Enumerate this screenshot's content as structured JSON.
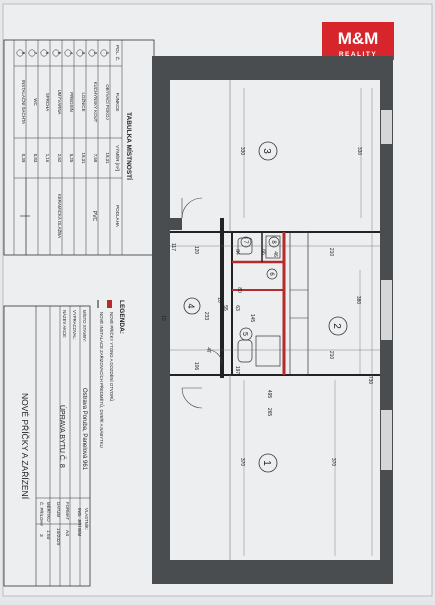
{
  "logo": {
    "brand": "M&M",
    "sub": "REALITY",
    "color": "#d6262c"
  },
  "rooms_table": {
    "title": "TABULKA MÍSTNOSTÍ",
    "headers": [
      "POL. Č.",
      "FUNKCE",
      "VÝMĚR [m²]",
      "PODLAHA"
    ],
    "rows": [
      {
        "no": "1",
        "function": "OBÝVACÍ POKOJ",
        "area": "18,31"
      },
      {
        "no": "2",
        "function": "KUCHYŇSKÝ KOUT",
        "area": "7,58"
      },
      {
        "no": "3",
        "function": "LOŽNICE",
        "area": "18,31"
      },
      {
        "no": "4",
        "function": "PŘEDSÍŇ",
        "area": "5,25"
      },
      {
        "no": "5",
        "function": "UMÝVÁRNA",
        "area": "2,52"
      },
      {
        "no": "6",
        "function": "SPRCHA",
        "area": "1,16"
      },
      {
        "no": "7",
        "function": "WC",
        "area": "0,83"
      },
      {
        "no": "8",
        "function": "INSTALAČNÍ ŠACHTA",
        "area": "0,39"
      }
    ],
    "floor_pvc": "PVC",
    "floor_tiles": "KERAMICKÁ DLAŽBA"
  },
  "legend": {
    "title": "LEGENDA:",
    "items": [
      "NOVÉ PŘÍČKY YTONG A DOZDĚNÍ OTVORŮ",
      "NOVÉ INSTALACE ZAŘIZOVACÍCH PŘEDMĚTŮ, DVEŘÍ A NÁBYTKU"
    ]
  },
  "title_block": {
    "rows": [
      {
        "label": "MÍSTO STAVBY:",
        "value": "Ostrava Poruba, Panelová 961"
      },
      {
        "label": "VYPRACOVAL:",
        "value": ""
      },
      {
        "label": "NÁZEV AKCE:",
        "value": "ÚPRAVA BYTU Č. 8"
      }
    ],
    "owner_label": "VLASTNÍK:",
    "owner_value": "ING. JIŘÍ BÍM",
    "meta": [
      {
        "label": "FORMÁT",
        "value": "A4"
      },
      {
        "label": "DATUM",
        "value": "10/2020"
      },
      {
        "label": "MĚŘÍTKO",
        "value": "1:50"
      },
      {
        "label": "Č. PŘÍLOHY",
        "value": "3"
      }
    ],
    "drawing_title": "NOVÉ PŘÍČKY A ZAŘÍZENÍ"
  },
  "plan": {
    "room_numbers": [
      "3",
      "2",
      "1",
      "4",
      "5",
      "6",
      "7",
      "8"
    ],
    "dims": {
      "d330": "330",
      "d380": "380",
      "d370": "370",
      "d730": "730",
      "d210a": "210",
      "d210b": "210",
      "d265": "265",
      "d495": "495",
      "d117": "117",
      "d120": "120",
      "d233": "233",
      "d145": "145",
      "d106": "106",
      "d47": "47",
      "d15": "15",
      "d10": "10",
      "d84": "84",
      "d66": "66",
      "d46": "46",
      "d55": "55",
      "d63": "63",
      "d80": "80",
      "d197": "197"
    }
  }
}
